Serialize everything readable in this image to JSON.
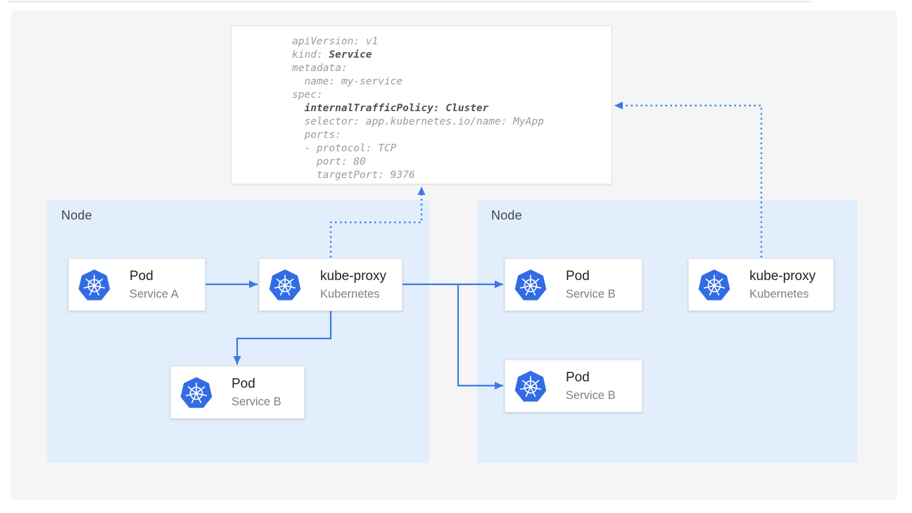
{
  "yaml_card": {
    "description": "Service manifest",
    "lines": [
      {
        "pre": "apiVersion: v1",
        "bold": ""
      },
      {
        "pre": "kind: ",
        "bold": "Service"
      },
      {
        "pre": "metadata:",
        "bold": ""
      },
      {
        "pre": "  name: my-service",
        "bold": ""
      },
      {
        "pre": "spec:",
        "bold": ""
      },
      {
        "pre": "  ",
        "bold": "internalTrafficPolicy: Cluster"
      },
      {
        "pre": "  selector: app.kubernetes.io/name: MyApp",
        "bold": ""
      },
      {
        "pre": "  ports:",
        "bold": ""
      },
      {
        "pre": "  - protocol: TCP",
        "bold": ""
      },
      {
        "pre": "    port: 80",
        "bold": ""
      },
      {
        "pre": "    targetPort: 9376",
        "bold": ""
      }
    ]
  },
  "nodes": [
    {
      "label": "Node",
      "cards": [
        {
          "title": "Pod",
          "subtitle": "Service A",
          "icon": "kubernetes-logo"
        },
        {
          "title": "kube-proxy",
          "subtitle": "Kubernetes",
          "icon": "kubernetes-logo"
        },
        {
          "title": "Pod",
          "subtitle": "Service B",
          "icon": "kubernetes-logo"
        }
      ]
    },
    {
      "label": "Node",
      "cards": [
        {
          "title": "Pod",
          "subtitle": "Service B",
          "icon": "kubernetes-logo"
        },
        {
          "title": "Pod",
          "subtitle": "Service B",
          "icon": "kubernetes-logo"
        },
        {
          "title": "kube-proxy",
          "subtitle": "Kubernetes",
          "icon": "kubernetes-logo"
        }
      ]
    }
  ],
  "connections": [
    {
      "from": "pod-service-a",
      "to": "kube-proxy-left",
      "style": "solid-arrow"
    },
    {
      "from": "kube-proxy-left",
      "to": "pod-service-b-left",
      "style": "solid-arrow"
    },
    {
      "from": "kube-proxy-left",
      "to": "pod-service-b-right-top",
      "style": "solid-arrow"
    },
    {
      "from": "kube-proxy-left",
      "to": "pod-service-b-right-bottom",
      "style": "solid-arrow"
    },
    {
      "from": "kube-proxy-left",
      "to": "service-yaml-card",
      "style": "dotted-arrow"
    },
    {
      "from": "kube-proxy-right",
      "to": "service-yaml-card",
      "style": "dotted-arrow"
    }
  ],
  "colors": {
    "solid_arrow": "#3b79e8",
    "dotted_arrow": "#4285f4",
    "node_background": "#e2eefb",
    "panel_background": "#f5f5f6",
    "kubernetes_blue": "#326ce5",
    "code_regular": "#9b9b9b",
    "code_bold": "#4e525a"
  }
}
